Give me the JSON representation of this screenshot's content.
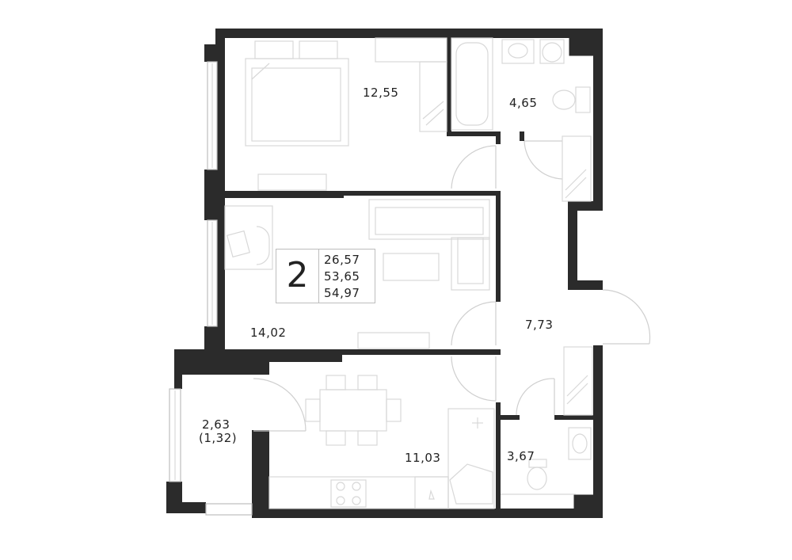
{
  "plan": {
    "room_count": "2",
    "areas": {
      "living": "26,57",
      "total": "53,65",
      "total_with_balcony": "54,97"
    },
    "rooms": {
      "bedroom": "12,55",
      "bathroom": "4,65",
      "living_room": "14,02",
      "hallway": "7,73",
      "kitchen": "11,03",
      "toilet": "3,67",
      "balcony": "2,63",
      "balcony_reduced": "(1,32)"
    }
  }
}
